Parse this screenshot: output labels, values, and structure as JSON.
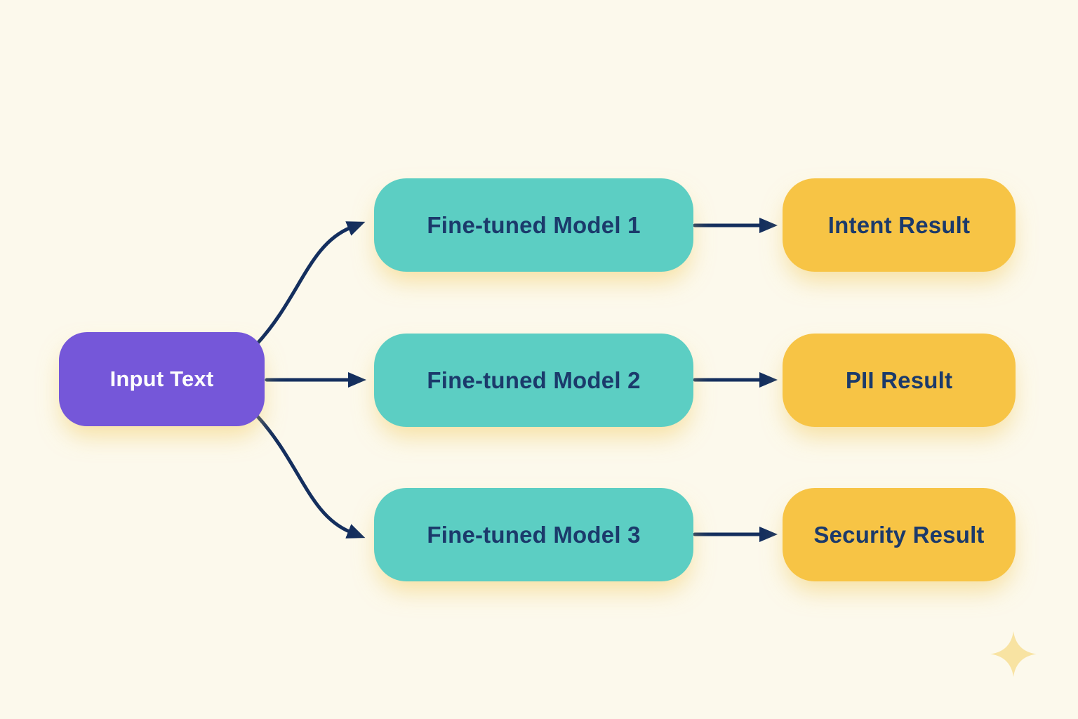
{
  "diagram": {
    "type": "flowchart",
    "input": {
      "label": "Input Text"
    },
    "models": [
      {
        "label": "Fine-tuned Model 1"
      },
      {
        "label": "Fine-tuned Model 2"
      },
      {
        "label": "Fine-tuned Model 3"
      }
    ],
    "results": [
      {
        "label": "Intent Result"
      },
      {
        "label": "PII Result"
      },
      {
        "label": "Security Result"
      }
    ],
    "edges": [
      {
        "from": "Input Text",
        "to": "Fine-tuned Model 1"
      },
      {
        "from": "Input Text",
        "to": "Fine-tuned Model 2"
      },
      {
        "from": "Input Text",
        "to": "Fine-tuned Model 3"
      },
      {
        "from": "Fine-tuned Model 1",
        "to": "Intent Result"
      },
      {
        "from": "Fine-tuned Model 2",
        "to": "PII Result"
      },
      {
        "from": "Fine-tuned Model 3",
        "to": "Security Result"
      }
    ]
  },
  "colors": {
    "background": "#FCF9EC",
    "purple": "#7557D9",
    "teal": "#5CCEC3",
    "yellow": "#F7C445",
    "text-light": "#FDFDFD",
    "text-navy": "#1B3A6B",
    "arrow": "#142F5E",
    "shadow": "rgba(243, 206, 105, 0.55)",
    "sparkle": "#F8E3A2"
  },
  "decorations": {
    "sparkle_icon": "four-point-sparkle"
  }
}
